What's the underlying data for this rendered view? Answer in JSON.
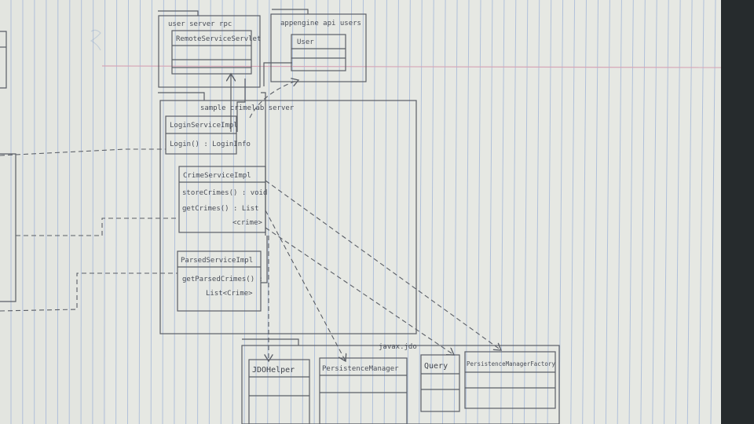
{
  "packages": {
    "user_server_rpc": {
      "title": "user server rpc",
      "classes": [
        "RemoteServiceServlet"
      ]
    },
    "appengine_api_users": {
      "title": "appengine api users",
      "classes": [
        "User"
      ]
    },
    "sample_crimelab_server": {
      "title": "sample crimelab server",
      "login_class": {
        "name": "LoginServiceImpl",
        "methods": [
          "Login() : LoginInfo"
        ]
      },
      "crime_class": {
        "name": "CrimeServiceImpl",
        "methods": [
          "storeCrimes() : void",
          "getCrimes() : List",
          "<crime>"
        ]
      },
      "parsed_class": {
        "name": "ParsedServiceImpl",
        "methods": [
          "getParsedCrimes() :",
          "List<Crime>"
        ]
      }
    },
    "javax_jdo": {
      "title": "javax.jdo",
      "classes": [
        "JDOHelper",
        "PersistenceManager",
        "Query",
        "PersistenceManagerFactory"
      ]
    }
  },
  "colors": {
    "paper": "#e9ebe6",
    "rule_blue": "#9fb3d8",
    "margin_red": "#d7a8b8",
    "pencil": "#5a5e66"
  }
}
